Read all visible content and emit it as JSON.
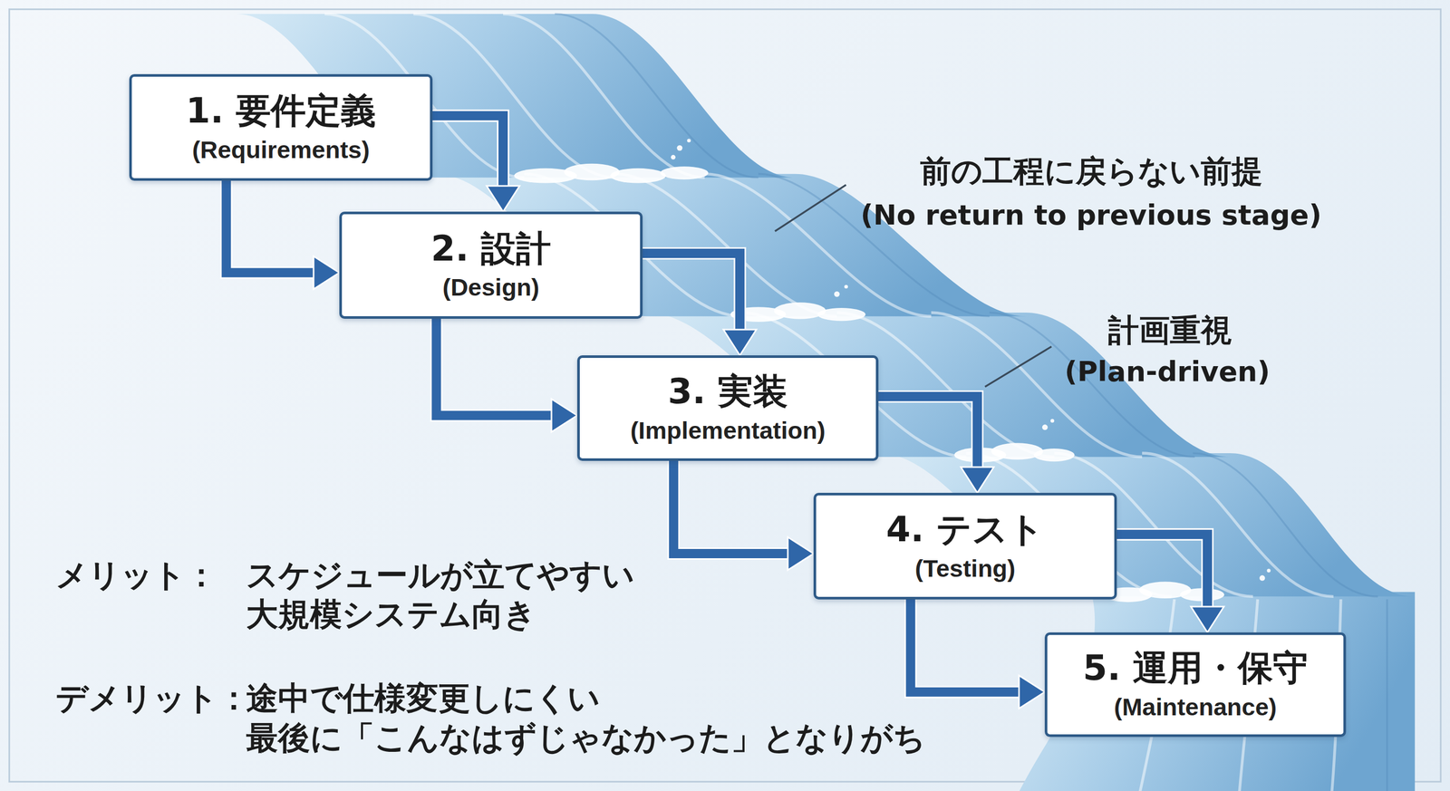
{
  "diagram": {
    "nodes": [
      {
        "text": [
          "1. 要件定義",
          "(Requirements)"
        ]
      },
      {
        "text": [
          "2. 設計",
          "(Design)"
        ]
      },
      {
        "text": [
          "3. 実装",
          "(Implementation)"
        ]
      },
      {
        "text": [
          "4. テスト",
          "(Testing)"
        ]
      },
      {
        "text": [
          "5. 運用・保守",
          "(Maintenance)"
        ]
      }
    ],
    "edges": [
      {
        "from": 0,
        "to": 1,
        "arrow": "to"
      },
      {
        "from": 0,
        "to": 1,
        "arrow": "to"
      },
      {
        "from": 1,
        "to": 2,
        "arrow": "to"
      },
      {
        "from": 1,
        "to": 2,
        "arrow": "to"
      },
      {
        "from": 2,
        "to": 3,
        "arrow": "to"
      },
      {
        "from": 2,
        "to": 3,
        "arrow": "to"
      },
      {
        "from": 3,
        "to": 4,
        "arrow": "to"
      },
      {
        "from": 3,
        "to": 4,
        "arrow": "to"
      }
    ],
    "labels": [
      "前の工程に戻らない前提",
      "(No return to previous stage)",
      "計画重視",
      "(Plan-driven)",
      "メリット：",
      "スケジュールが立てやすい",
      "大規模システム向き",
      "デメリット：",
      "途中で仕様変更しにくい",
      "最後に「こんなはずじゃなかった」となりがち"
    ]
  }
}
